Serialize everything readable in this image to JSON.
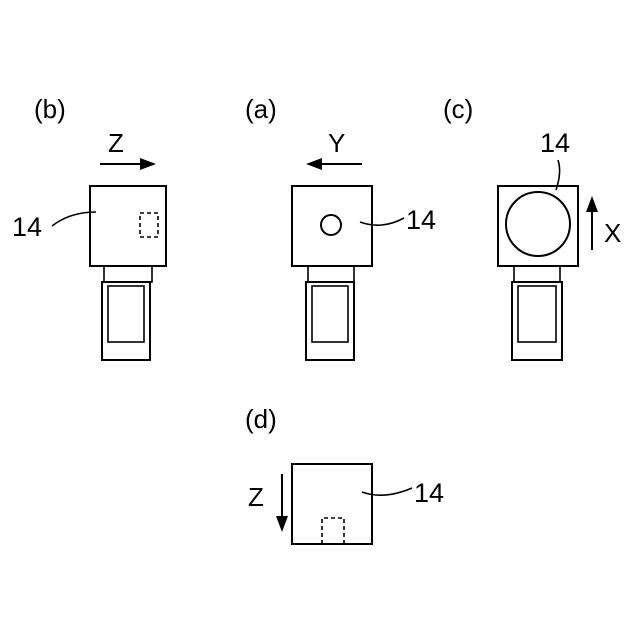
{
  "panels": {
    "b": {
      "label": "(b)",
      "axis": "Z",
      "ref": "14"
    },
    "a": {
      "label": "(a)",
      "axis": "Y",
      "ref": "14"
    },
    "c": {
      "label": "(c)",
      "axis": "X",
      "ref": "14"
    },
    "d": {
      "label": "(d)",
      "axis": "Z",
      "ref": "14"
    }
  }
}
